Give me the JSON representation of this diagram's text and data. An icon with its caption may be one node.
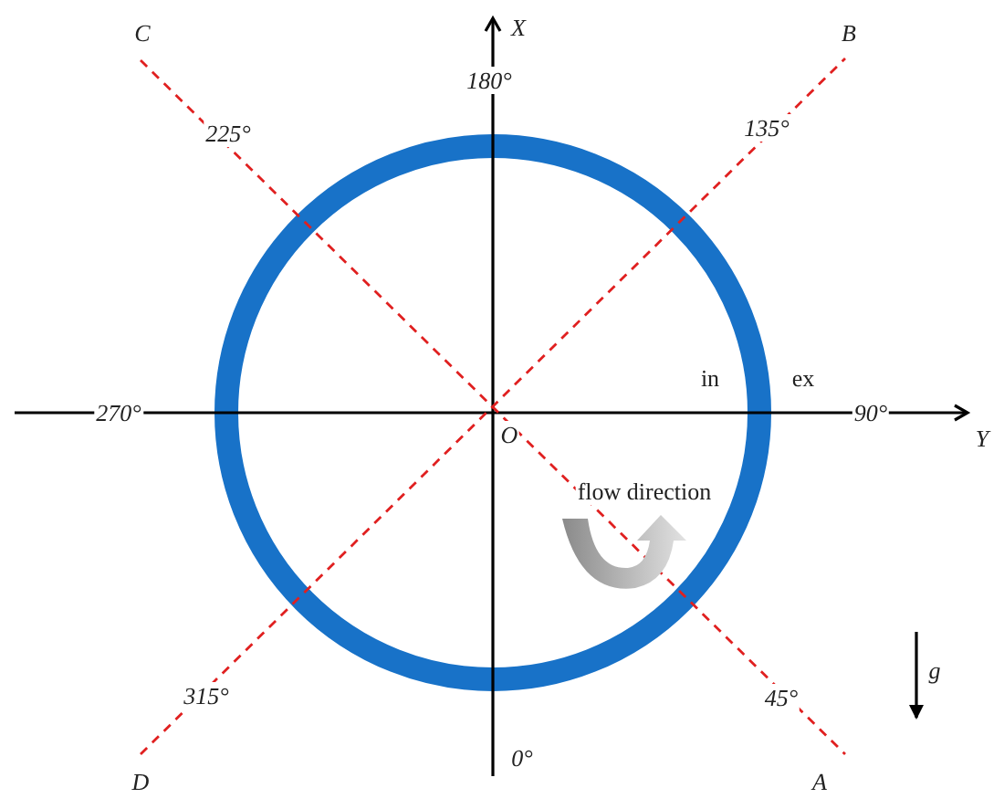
{
  "diagram": {
    "labels": [
      "C",
      "X",
      "B",
      "180°",
      "225°",
      "135°",
      "270°",
      "in",
      "ex",
      "90°",
      "O",
      "Y",
      "flow direction",
      "g",
      "315°",
      "45°",
      "0°",
      "D",
      "A"
    ]
  }
}
